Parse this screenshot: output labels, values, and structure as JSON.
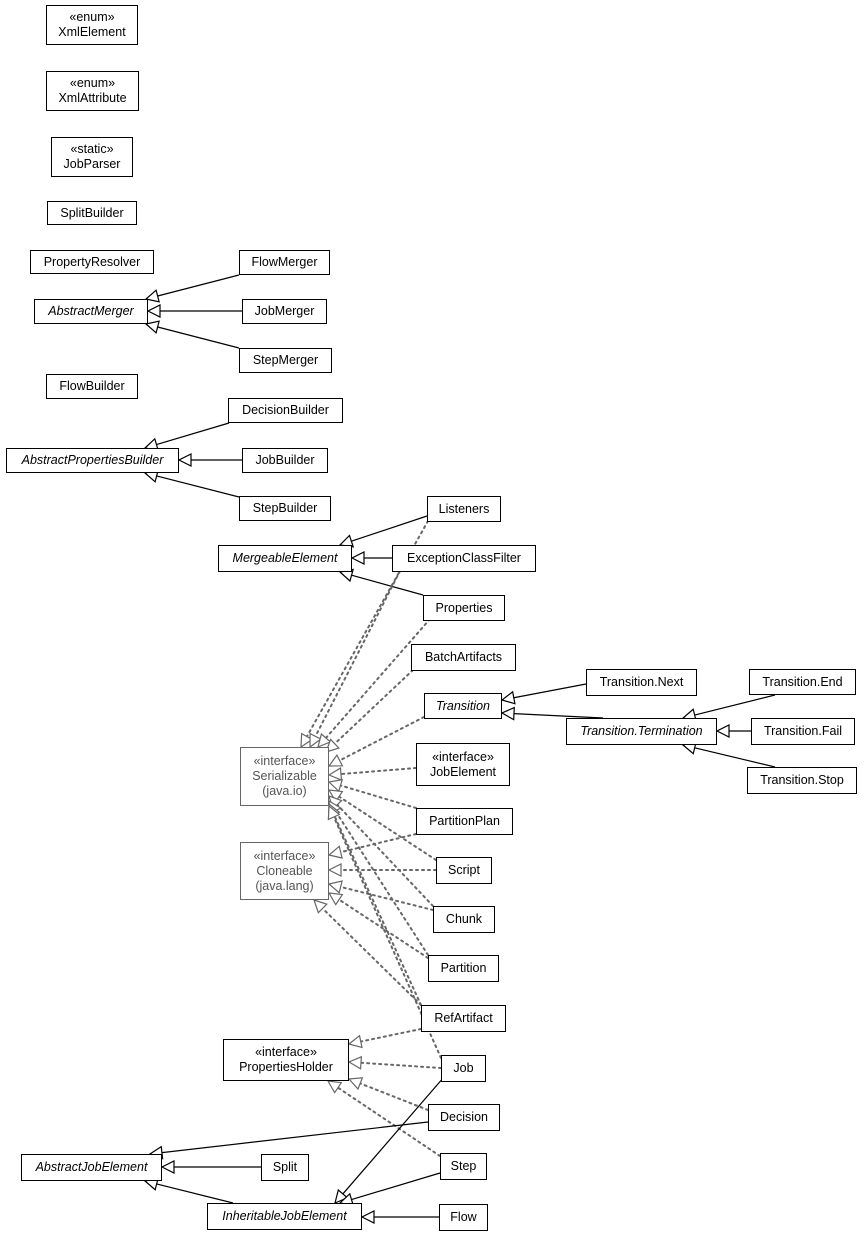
{
  "classes": {
    "xml_element": {
      "stereotype": "«enum»",
      "name": "XmlElement"
    },
    "xml_attribute": {
      "stereotype": "«enum»",
      "name": "XmlAttribute"
    },
    "job_parser": {
      "stereotype": "«static»",
      "name": "JobParser"
    },
    "split_builder": {
      "name": "SplitBuilder"
    },
    "property_resolver": {
      "name": "PropertyResolver"
    },
    "flow_merger": {
      "name": "FlowMerger"
    },
    "abstract_merger": {
      "name": "AbstractMerger"
    },
    "job_merger": {
      "name": "JobMerger"
    },
    "step_merger": {
      "name": "StepMerger"
    },
    "flow_builder": {
      "name": "FlowBuilder"
    },
    "decision_builder": {
      "name": "DecisionBuilder"
    },
    "abstract_properties_builder": {
      "name": "AbstractPropertiesBuilder"
    },
    "job_builder": {
      "name": "JobBuilder"
    },
    "step_builder": {
      "name": "StepBuilder"
    },
    "listeners": {
      "name": "Listeners"
    },
    "mergeable_element": {
      "name": "MergeableElement"
    },
    "exception_class_filter": {
      "name": "ExceptionClassFilter"
    },
    "properties": {
      "name": "Properties"
    },
    "batch_artifacts": {
      "name": "BatchArtifacts"
    },
    "transition_next": {
      "name": "Transition.Next"
    },
    "transition_end": {
      "name": "Transition.End"
    },
    "transition": {
      "name": "Transition"
    },
    "transition_termination": {
      "name": "Transition.Termination"
    },
    "transition_fail": {
      "name": "Transition.Fail"
    },
    "transition_stop": {
      "name": "Transition.Stop"
    },
    "serializable": {
      "stereotype": "«interface»",
      "name": "Serializable",
      "package": "(java.io)"
    },
    "job_element": {
      "stereotype": "«interface»",
      "name": "JobElement"
    },
    "partition_plan": {
      "name": "PartitionPlan"
    },
    "cloneable": {
      "stereotype": "«interface»",
      "name": "Cloneable",
      "package": "(java.lang)"
    },
    "script": {
      "name": "Script"
    },
    "chunk": {
      "name": "Chunk"
    },
    "partition": {
      "name": "Partition"
    },
    "ref_artifact": {
      "name": "RefArtifact"
    },
    "properties_holder": {
      "stereotype": "«interface»",
      "name": "PropertiesHolder"
    },
    "job": {
      "name": "Job"
    },
    "decision": {
      "name": "Decision"
    },
    "abstract_job_element": {
      "name": "AbstractJobElement"
    },
    "split": {
      "name": "Split"
    },
    "step": {
      "name": "Step"
    },
    "inheritable_job_element": {
      "name": "InheritableJobElement"
    },
    "flow": {
      "name": "Flow"
    }
  },
  "styles": {
    "line_color": "#000000",
    "dotted_color": "#666666",
    "external_border_color": "#666666"
  }
}
